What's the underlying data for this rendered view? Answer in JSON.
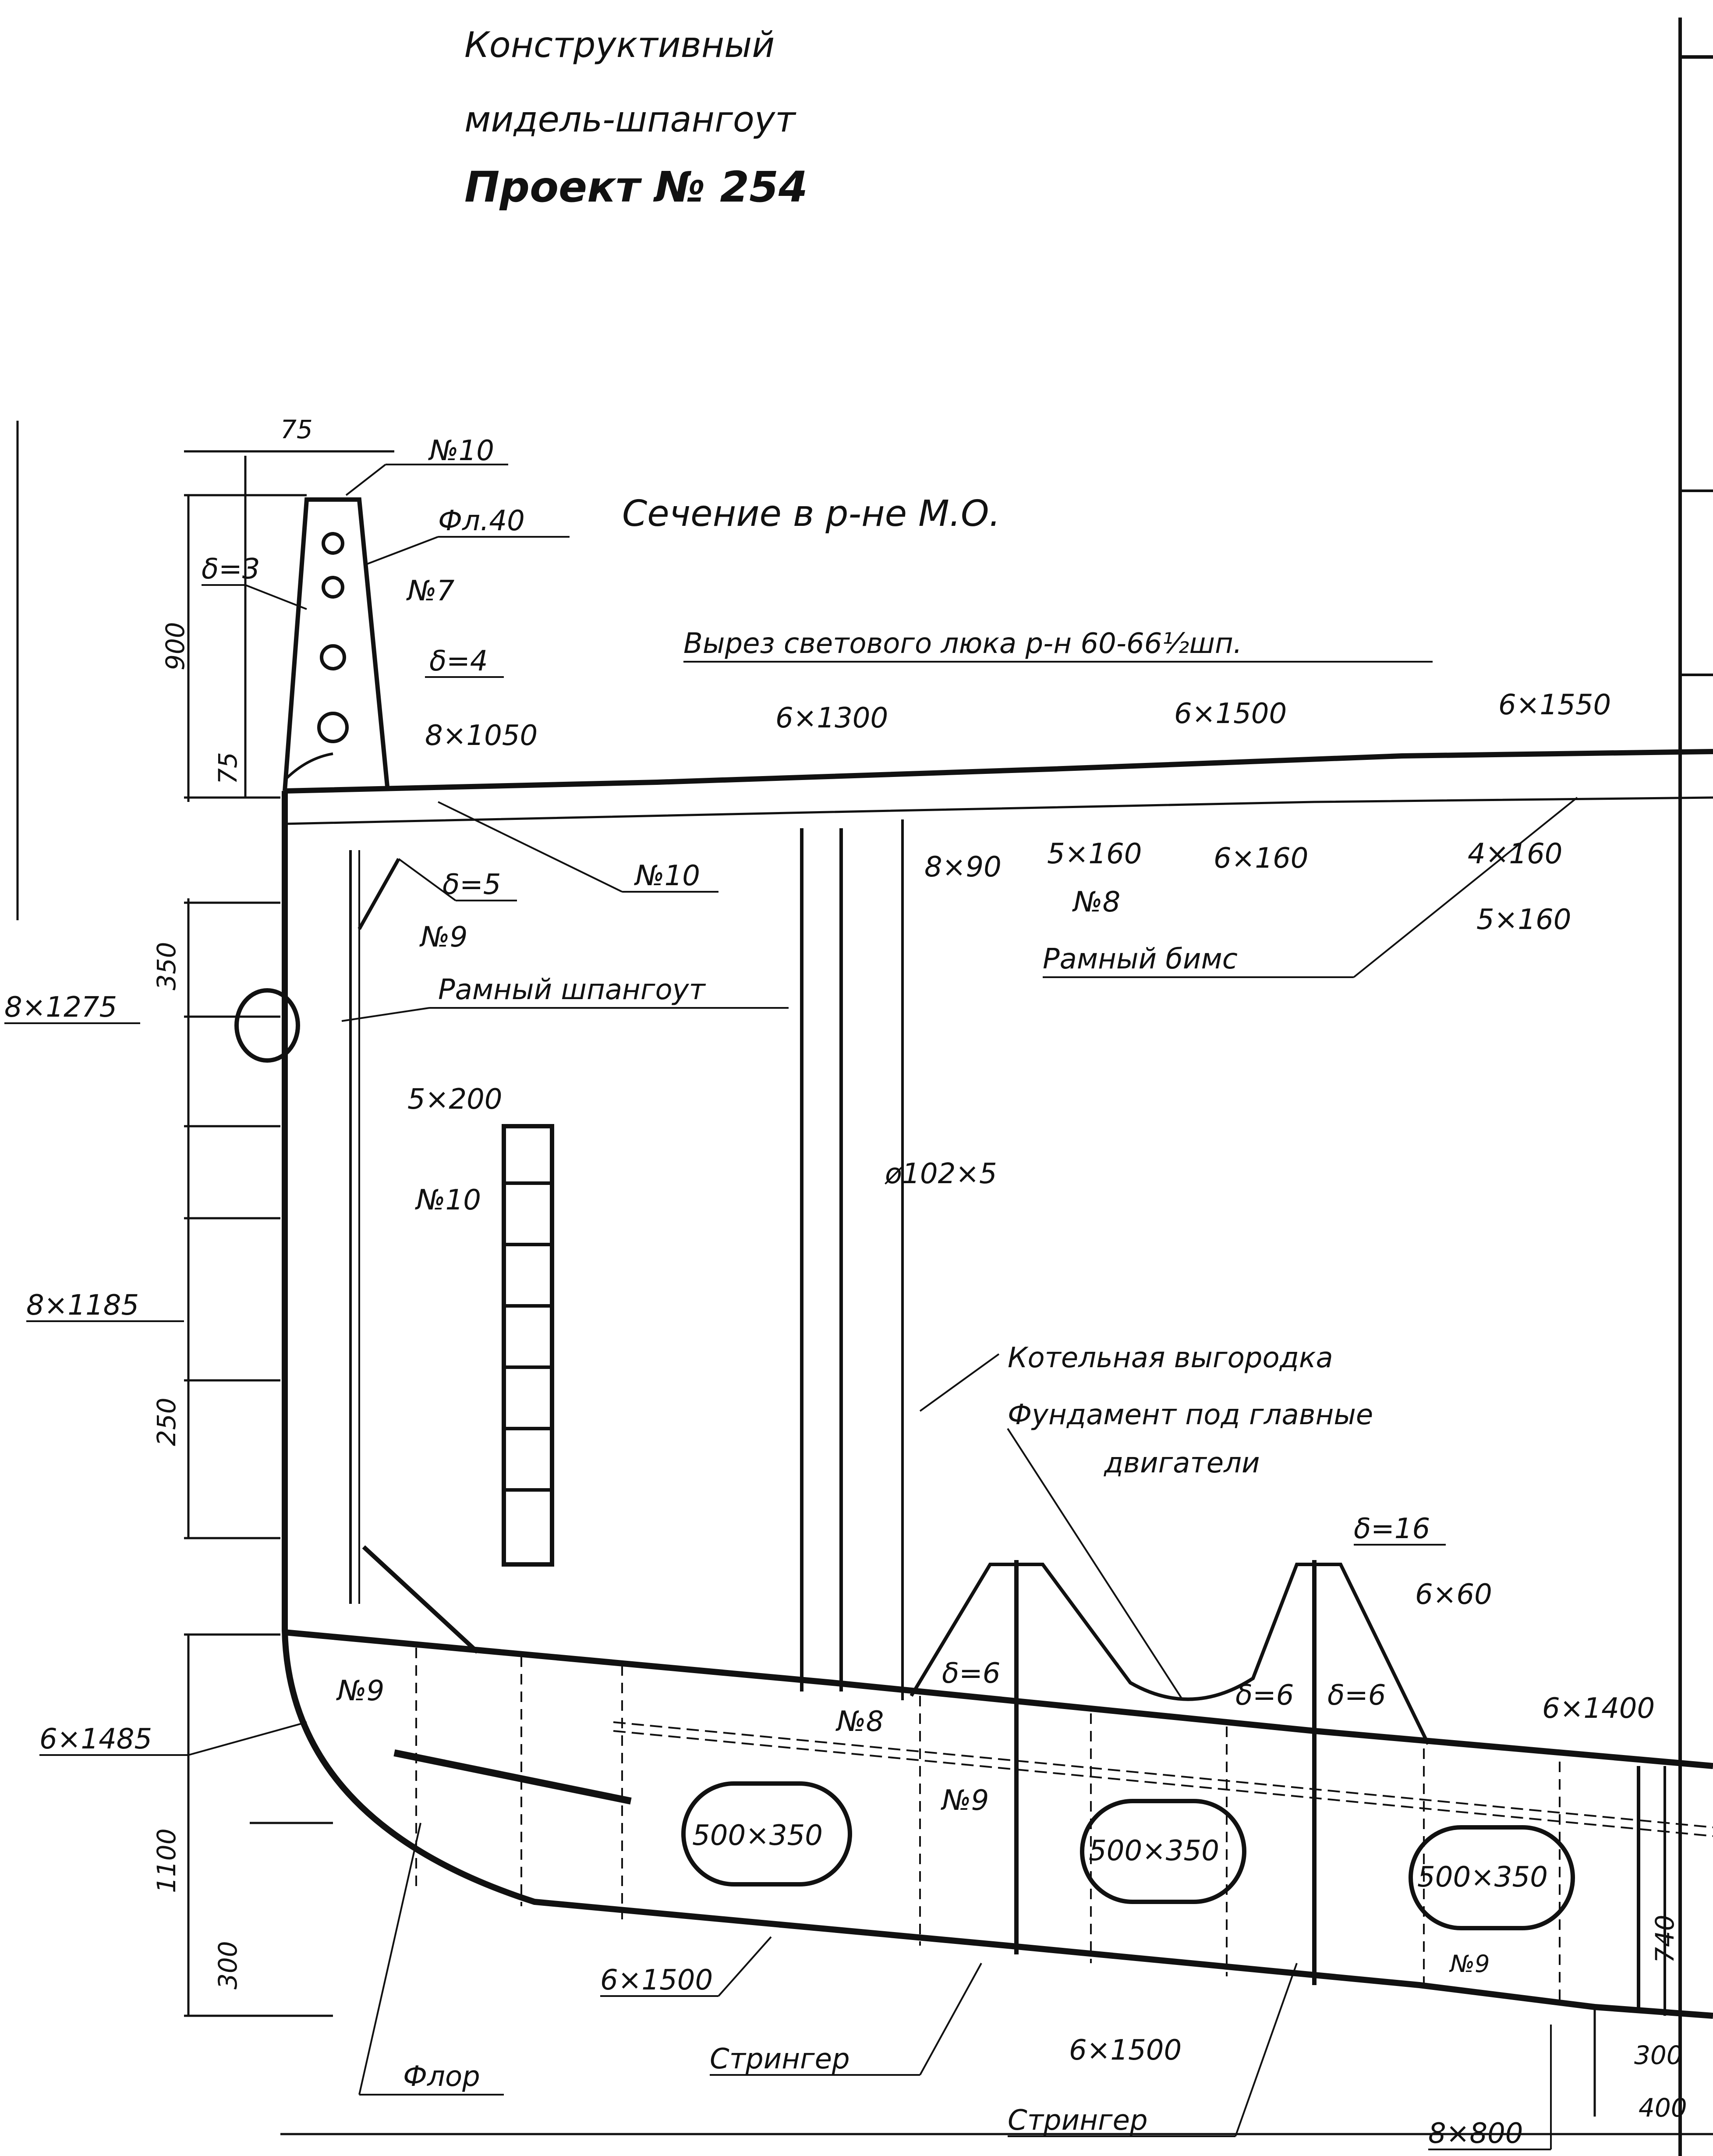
{
  "title": {
    "line1": "Конструктивный",
    "line2": "мидель-шпангоут",
    "line3": "Проект № 254"
  },
  "section_title": "Сечение в р-не М.О.",
  "cutout_note": "Вырез светового люка р-н 60-66½шп.",
  "labels": {
    "n10_top": "№10",
    "fl40": "Фл.40",
    "d3": "δ=3",
    "n7": "№7",
    "d4": "δ=4",
    "d5": "δ=5",
    "n9_frame": "№9",
    "ramnyi_shpangout": "Рамный шпангоут",
    "s5x200": "5×200",
    "n10_side": "№10",
    "n10_deck": "№10",
    "n8_deck": "№8",
    "ramnyi_bims": "Рамный бимс",
    "pillar": "ø102×5",
    "kotelnaya": "Котельная выгородка",
    "fundament1": "Фундамент под главные",
    "fundament2": "двигатели",
    "d16": "δ=16",
    "d6_a": "δ=6",
    "d6_b": "δ=6",
    "d6_c": "δ=6",
    "n9_floor": "№9",
    "n8_floor": "№8",
    "n9_girder": "№9",
    "n9_bottom": "№9",
    "flor": "Флор",
    "stringer1": "Стрингер",
    "stringer2": "Стрингер"
  },
  "plates": {
    "deck1": "8×1050",
    "deck2": "6×1300",
    "deck3": "6×1500",
    "deck4": "6×1550",
    "b8x90": "8×90",
    "b5x160a": "5×160",
    "b6x160": "6×160",
    "b4x160": "4×160",
    "b5x160b": "5×160",
    "side_top": "8×1275",
    "side_mid": "8×1185",
    "bilge": "6×1485",
    "fnd_6x60": "6×60",
    "inner_6x1400": "6×1400",
    "bottom1": "6×1500",
    "bottom2": "6×1500",
    "keel": "8×800"
  },
  "dims": {
    "d75_top": "75",
    "d900": "900",
    "d75_side": "75",
    "d350": "350",
    "d250": "250",
    "d1100": "1100",
    "d300_left": "300",
    "d740": "740",
    "d300_right": "300",
    "d400": "400"
  },
  "lightening_holes": [
    "500×350",
    "500×350",
    "500×350"
  ]
}
